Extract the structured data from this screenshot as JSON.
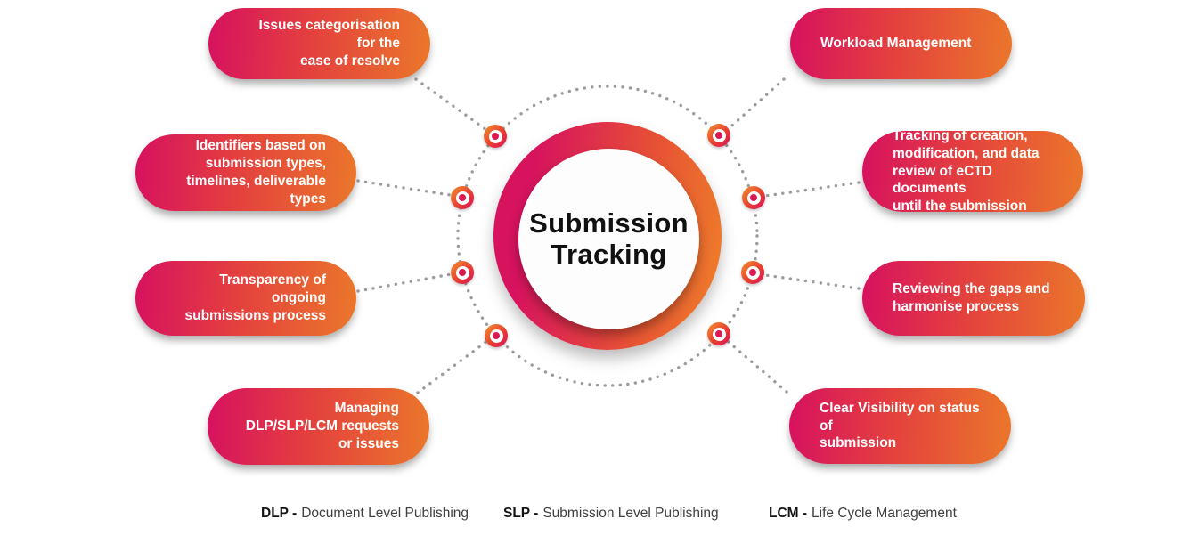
{
  "diagram": {
    "title": "Submission\nTracking",
    "colors": {
      "gradient_start": "#d7135e",
      "gradient_mid": "#e4423d",
      "gradient_end": "#ea742c",
      "dotted_line": "#9c9c9c",
      "pill_text": "#ffffff",
      "title_text": "#111111",
      "background": "#ffffff"
    }
  },
  "pills": {
    "left": [
      {
        "label": "Issues categorisation for the\nease of resolve"
      },
      {
        "label": "Identifiers based on\nsubmission types,\ntimelines, deliverable types"
      },
      {
        "label": "Transparency of ongoing\nsubmissions process"
      },
      {
        "label": "Managing\nDLP/SLP/LCM requests\nor issues"
      }
    ],
    "right": [
      {
        "label": "Workload Management"
      },
      {
        "label": "Tracking of creation,\nmodification, and data\nreview of eCTD documents\nuntil the submission"
      },
      {
        "label": "Reviewing the gaps and\nharmonise process"
      },
      {
        "label": "Clear Visibility on status of\nsubmission"
      }
    ]
  },
  "legend": [
    {
      "abbr": "DLP -",
      "text": "Document Level Publishing"
    },
    {
      "abbr": "SLP -",
      "text": "Submission Level Publishing"
    },
    {
      "abbr": "LCM -",
      "text": "Life Cycle Management"
    }
  ]
}
